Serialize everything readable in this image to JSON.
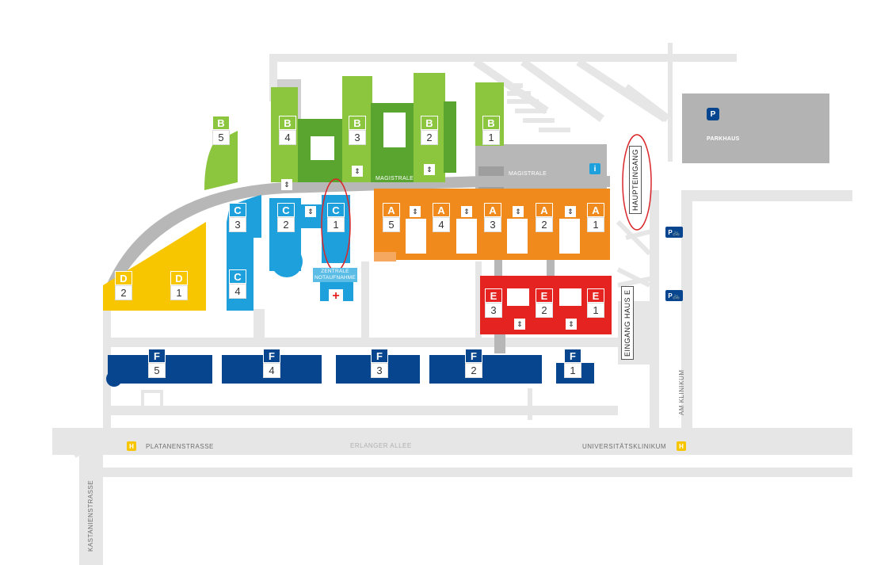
{
  "colors": {
    "A": "#f08a1c",
    "B": "#8cc63e",
    "C": "#1ea0dc",
    "D": "#f7c600",
    "E": "#e52421",
    "F": "#08458f",
    "road": "#e6e6e6",
    "parkhaus": "#b3b3b3",
    "magistrale": "#b7b7b7"
  },
  "buildings": {
    "B5": {
      "letter": "B",
      "num": "5"
    },
    "B4": {
      "letter": "B",
      "num": "4"
    },
    "B3": {
      "letter": "B",
      "num": "3"
    },
    "B2": {
      "letter": "B",
      "num": "2"
    },
    "B1": {
      "letter": "B",
      "num": "1"
    },
    "C3": {
      "letter": "C",
      "num": "3"
    },
    "C2": {
      "letter": "C",
      "num": "2"
    },
    "C1": {
      "letter": "C",
      "num": "1"
    },
    "C4": {
      "letter": "C",
      "num": "4"
    },
    "A5": {
      "letter": "A",
      "num": "5"
    },
    "A4": {
      "letter": "A",
      "num": "4"
    },
    "A3": {
      "letter": "A",
      "num": "3"
    },
    "A2": {
      "letter": "A",
      "num": "2"
    },
    "A1": {
      "letter": "A",
      "num": "1"
    },
    "D2": {
      "letter": "D",
      "num": "2"
    },
    "D1": {
      "letter": "D",
      "num": "1"
    },
    "E3": {
      "letter": "E",
      "num": "3"
    },
    "E2": {
      "letter": "E",
      "num": "2"
    },
    "E1": {
      "letter": "E",
      "num": "1"
    },
    "F5": {
      "letter": "F",
      "num": "5"
    },
    "F4": {
      "letter": "F",
      "num": "4"
    },
    "F3": {
      "letter": "F",
      "num": "3"
    },
    "F2": {
      "letter": "F",
      "num": "2"
    },
    "F1": {
      "letter": "F",
      "num": "1"
    }
  },
  "labels": {
    "magistrale_left": "MAGISTRALE",
    "magistrale_right": "MAGISTRALE",
    "parkhaus": "PARKHAUS",
    "parking_icon": "P",
    "info_icon": "i",
    "haupteingang": "HAUPTEINGANG",
    "eingang_haus_e": "EINGANG HAUS E",
    "notaufnahme_line1": "ZENTRALE",
    "notaufnahme_line2": "NOTAUFNAHME",
    "bike_icon": "P🚲",
    "h_icon": "H",
    "platanenstrasse": "PLATANENSTRASSE",
    "erlanger_allee": "ERLANGER ALLEE",
    "universitaetsklinikum": "UNIVERSITÄTSKLINIKUM",
    "am_klinikum": "AM KLINIKUM",
    "kastanienstrasse": "KASTANIENSTRASSE",
    "cross_icon": "+",
    "lift_icon": "⇕"
  }
}
